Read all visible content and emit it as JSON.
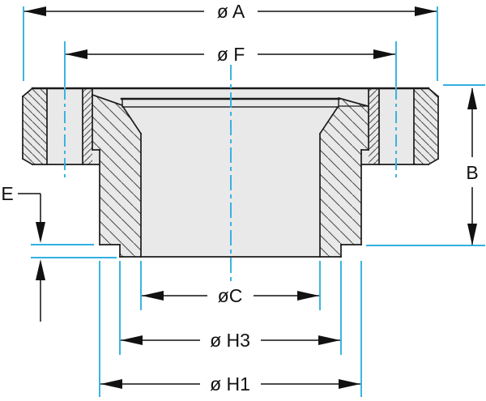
{
  "drawing": {
    "type": "flange-cross-section",
    "labels": {
      "dia_a": "ø A",
      "dia_f": "ø F",
      "b": "B",
      "e": "E",
      "dia_c": "øC",
      "dia_h3": "ø H3",
      "dia_h1": "ø H1"
    },
    "colors": {
      "extension_line_blue": "#31b0e3",
      "outline_black": "#1a1a1a",
      "part_fill_gray": "#e9e9e9",
      "hatch_gray": "#4d4d4d",
      "background": "#ffffff"
    }
  }
}
